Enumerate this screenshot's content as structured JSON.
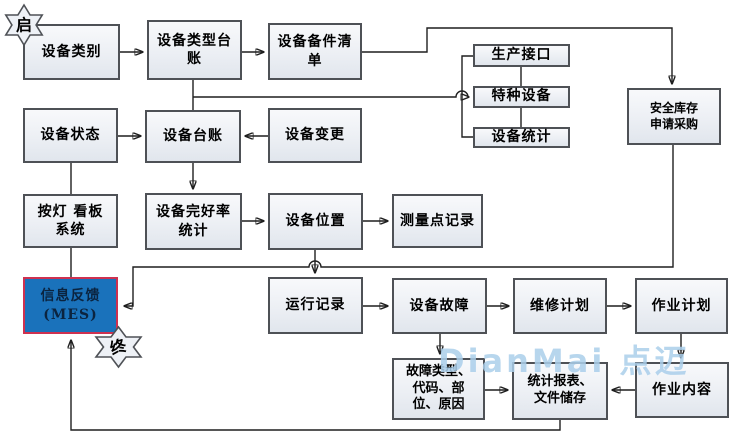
{
  "diagram": {
    "title_watermark": "DianMai 点迈",
    "colors": {
      "box_fill": "#eceff4",
      "box_border": "#4e5156",
      "feedback_fill": "#1a72bb",
      "feedback_border": "#ce3150",
      "feedback_text": "#0b2440",
      "watermark": "#abcfeb",
      "line": "#1f1f1f"
    },
    "nodes": {
      "start": {
        "label": "启"
      },
      "end": {
        "label": "终"
      },
      "equip_category": {
        "label": "设备类别"
      },
      "equip_type_ledger": {
        "label": "设备类型台\n账"
      },
      "spare_parts_list": {
        "label": "设备备件清\n单"
      },
      "production_interface": {
        "label": "生产接口"
      },
      "special_equipment": {
        "label": "特种设备"
      },
      "equip_statistics": {
        "label": "设备统计"
      },
      "safety_stock": {
        "label": "安全库存\n申请采购"
      },
      "equip_status": {
        "label": "设备状态"
      },
      "equip_ledger": {
        "label": "设备台账"
      },
      "equip_change": {
        "label": "设备变更"
      },
      "andon_kanban": {
        "label": "按灯 看板\n系统"
      },
      "intact_rate": {
        "label": "设备完好率\n统计"
      },
      "equip_location": {
        "label": "设备位置"
      },
      "measure_point_record": {
        "label": "测量点记录"
      },
      "info_feedback": {
        "label": "信息反馈\n(MES)"
      },
      "operation_record": {
        "label": "运行记录"
      },
      "equip_fault": {
        "label": "设备故障"
      },
      "maintenance_plan": {
        "label": "维修计划"
      },
      "work_plan": {
        "label": "作业计划"
      },
      "fault_type": {
        "label": "故障类型、\n代码、部\n位、原因"
      },
      "stat_report": {
        "label": "统计报表、\n文件储存"
      },
      "work_content": {
        "label": "作业内容"
      }
    }
  }
}
